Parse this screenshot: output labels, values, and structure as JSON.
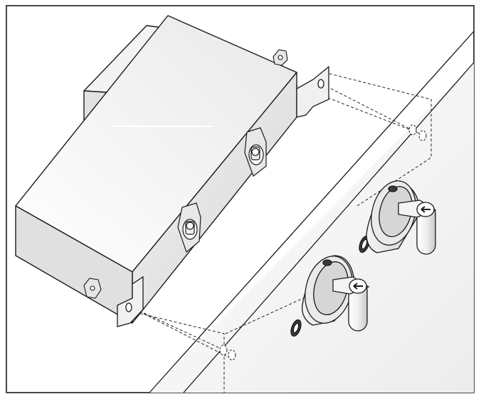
{
  "figure": {
    "description_text": "",
    "components": {
      "box": "junction-box",
      "panel": "cabinet-panel",
      "knobs": [
        "control-knob-upper",
        "control-knob-lower"
      ],
      "mounting": [
        "nut-top",
        "nut-bottom",
        "bracket-top",
        "bracket-bottom",
        "screw-upper",
        "screw-lower"
      ]
    },
    "colors": {
      "outline": "#1a1a1a",
      "box_front": "#e4e4e4",
      "box_top": "#f7f7f7",
      "box_side": "#ededed",
      "panel_face": "#f6f6f6",
      "knob_dark": "#4a4a4a"
    }
  }
}
